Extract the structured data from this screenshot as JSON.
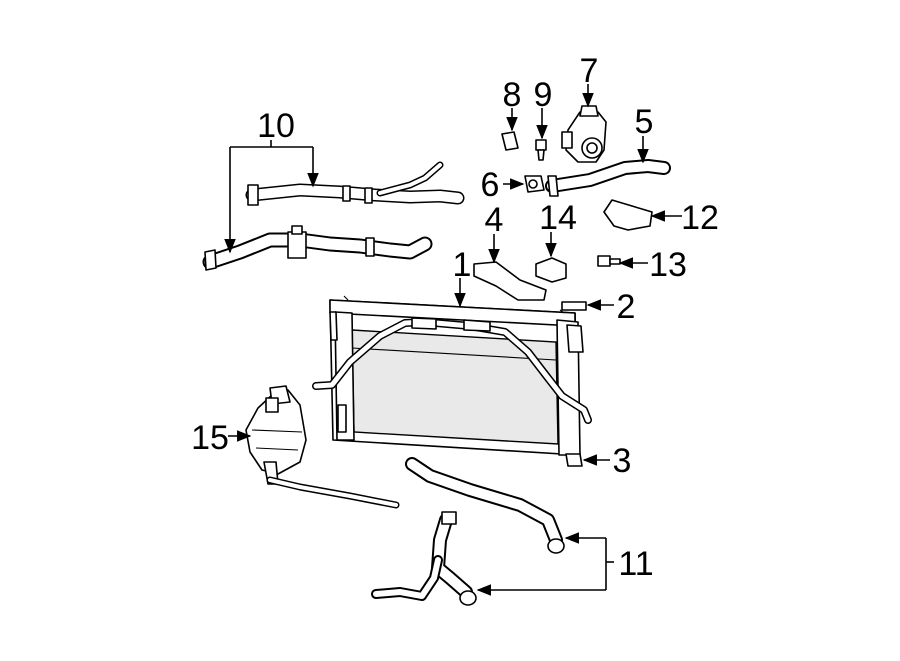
{
  "diagram": {
    "callouts": [
      {
        "id": "1",
        "text": "1"
      },
      {
        "id": "2",
        "text": "2"
      },
      {
        "id": "3",
        "text": "3"
      },
      {
        "id": "4",
        "text": "4"
      },
      {
        "id": "5",
        "text": "5"
      },
      {
        "id": "6",
        "text": "6"
      },
      {
        "id": "7",
        "text": "7"
      },
      {
        "id": "8",
        "text": "8"
      },
      {
        "id": "9",
        "text": "9"
      },
      {
        "id": "10",
        "text": "10"
      },
      {
        "id": "11",
        "text": "11"
      },
      {
        "id": "12",
        "text": "12"
      },
      {
        "id": "13",
        "text": "13"
      },
      {
        "id": "14",
        "text": "14"
      },
      {
        "id": "15",
        "text": "15"
      }
    ],
    "colors": {
      "line": "#000000",
      "background": "#ffffff",
      "fill": "#ffffff"
    }
  }
}
